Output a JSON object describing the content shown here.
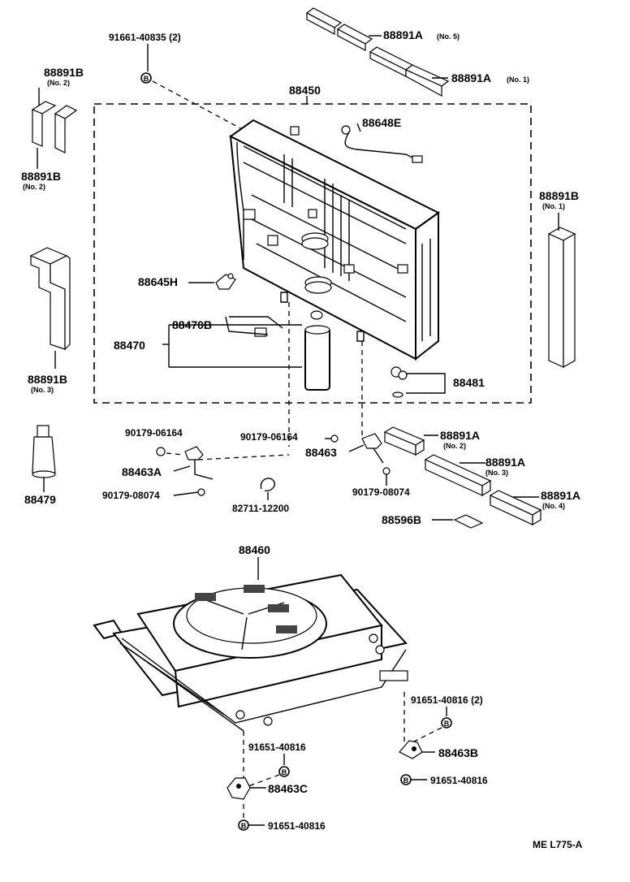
{
  "parts": {
    "p_91661_40835": "91661-40835 (2)",
    "p_88891a_no5": "88891A",
    "p_88891a_no5_sub": "(No. 5)",
    "p_88891a_no1": "88891A",
    "p_88891a_no1_sub": "(No. 1)",
    "p_88891b_top": "88891B",
    "p_88891b_top_sub": "(No. 2)",
    "p_88891b_mid": "88891B",
    "p_88891b_mid_sub": "(No. 2)",
    "p_88450": "88450",
    "p_88648e": "88648E",
    "p_88891b_right": "88891B",
    "p_88891b_right_sub": "(No. 1)",
    "p_88645h": "88645H",
    "p_88470b": "88470B",
    "p_88470": "88470",
    "p_88891b_no3": "88891B",
    "p_88891b_no3_sub": "(No. 3)",
    "p_88481": "88481",
    "p_90179_06164_l": "90179-06164",
    "p_90179_06164_r": "90179-06164",
    "p_88891a_no2": "88891A",
    "p_88891a_no2_sub": "(No. 2)",
    "p_88463a": "88463A",
    "p_88463": "88463",
    "p_88891a_no3": "88891A",
    "p_88891a_no3_sub": "(No. 3)",
    "p_88479": "88479",
    "p_90179_08074_l": "90179-08074",
    "p_82711_12200": "82711-12200",
    "p_90179_08074_r": "90179-08074",
    "p_88891a_no4": "88891A",
    "p_88891a_no4_sub": "(No. 4)",
    "p_88596b": "88596B",
    "p_88460": "88460",
    "p_91651_40816_2": "91651-40816 (2)",
    "p_91651_40816_a": "91651-40816",
    "p_88463b": "88463B",
    "p_91651_40816_b": "91651-40816",
    "p_88463c": "88463C",
    "p_91651_40816_c": "91651-40816"
  },
  "bolt_symbol": "B",
  "footer_code": "ME  L775-A"
}
